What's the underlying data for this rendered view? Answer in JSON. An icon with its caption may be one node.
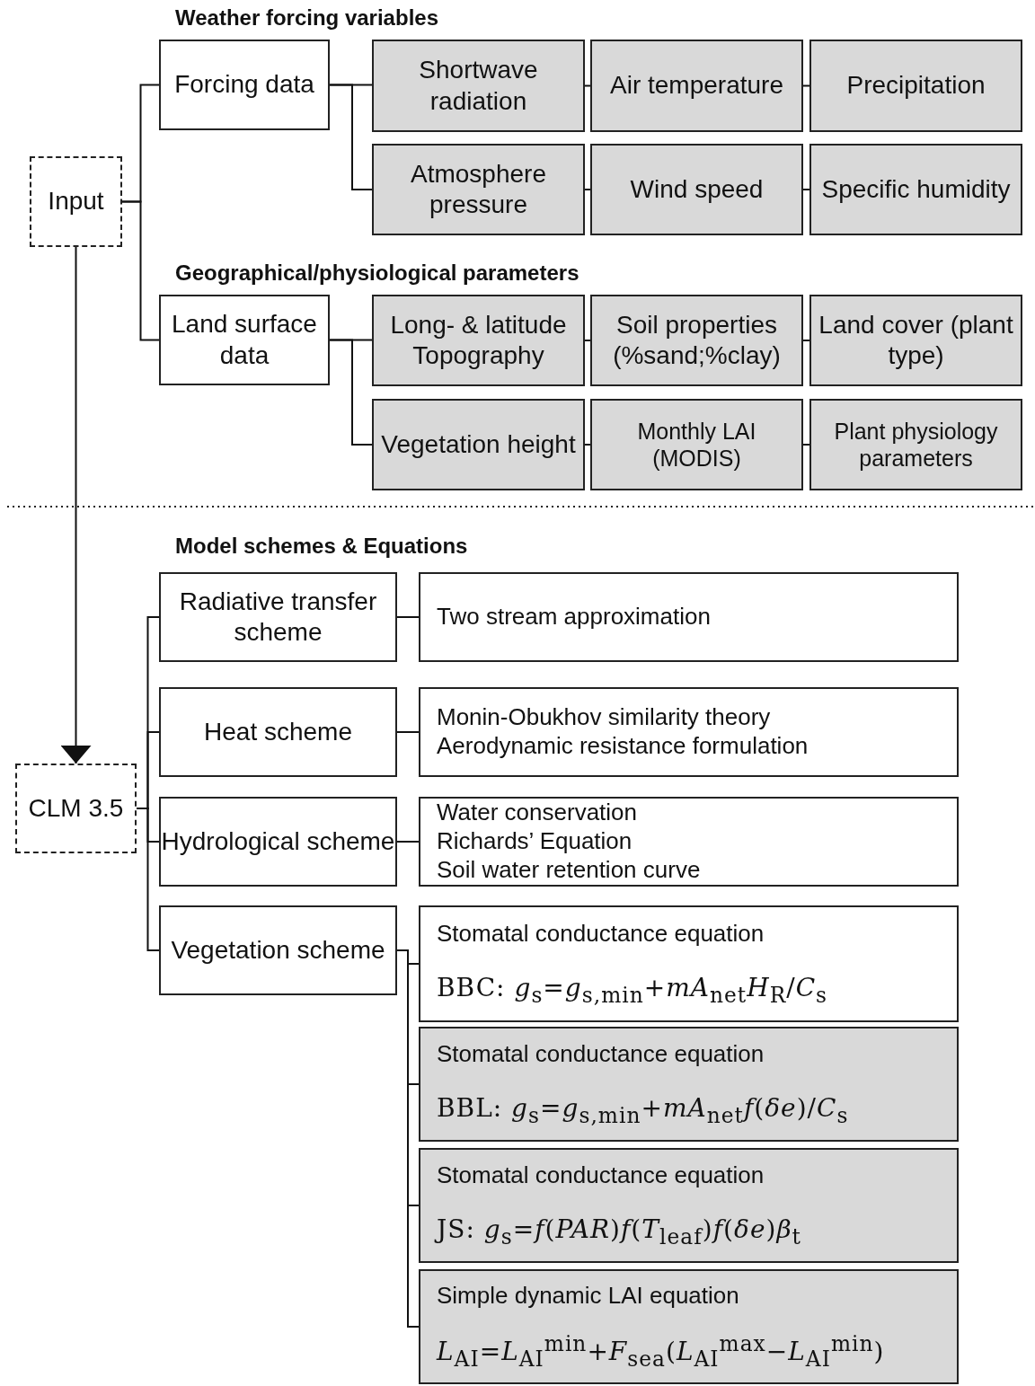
{
  "diagram": {
    "nodes": [
      {
        "text": [
          "Input"
        ]
      },
      {
        "text": [
          "Forcing data"
        ]
      },
      {
        "text": [
          "Shortwave radiation"
        ]
      },
      {
        "text": [
          "Air temperature"
        ]
      },
      {
        "text": [
          "Precipitation"
        ]
      },
      {
        "text": [
          "Atmosphere pressure"
        ]
      },
      {
        "text": [
          "Wind speed"
        ]
      },
      {
        "text": [
          "Specific humidity"
        ]
      },
      {
        "text": [
          "Land surface data"
        ]
      },
      {
        "text": [
          "Long- & latitude Topography"
        ]
      },
      {
        "text": [
          "Soil properties (%sand;%clay)"
        ]
      },
      {
        "text": [
          "Land cover (plant type)"
        ]
      },
      {
        "text": [
          "Vegetation height"
        ]
      },
      {
        "text": [
          "Monthly LAI (MODIS)"
        ]
      },
      {
        "text": [
          "Plant physiology parameters"
        ]
      },
      {
        "text": [
          "CLM 3.5"
        ]
      },
      {
        "text": [
          "Radiative transfer scheme"
        ]
      },
      {
        "text": [
          "Two stream approximation"
        ]
      },
      {
        "text": [
          "Heat scheme"
        ]
      },
      {
        "text": [
          "Monin-Obukhov similarity theory",
          "Aerodynamic resistance formulation"
        ]
      },
      {
        "text": [
          "Hydrological scheme"
        ]
      },
      {
        "text": [
          "Water conservation",
          "Richards’ Equation",
          "Soil water retention curve"
        ]
      },
      {
        "text": [
          "Vegetation scheme"
        ]
      },
      {
        "text": [
          "Stomatal conductance equation",
          "BBC: *g*$_{s}$=*g*$_{s,min}$+*mA*$_{net}$*H*$_{R}$/*C*$_{s}$"
        ]
      },
      {
        "text": [
          "Stomatal conductance equation",
          "BBL: *g*$_{s}$=*g*$_{s,min}$+*mA*$_{net}$*f*(*δe*)/*C*$_{s}$"
        ]
      },
      {
        "text": [
          "Stomatal conductance equation",
          "JS: *g*$_{s}$=*f*(*PAR*)*f*(*T*$_{leaf}$)*f*(*δe*)*β*$_{t}$"
        ]
      },
      {
        "text": [
          "Simple dynamic LAI equation",
          "*L*$_{AI}$=*L*$_{AI}$$^{min}$+*F*$_{sea}$(*L*$_{AI}$$^{max}$−*L*$_{AI}$$^{min}$)"
        ]
      }
    ],
    "edges": [
      {
        "from": 0,
        "to": 1,
        "arrow": "none"
      },
      {
        "from": 0,
        "to": 8,
        "arrow": "none"
      },
      {
        "from": 1,
        "to": 2,
        "arrow": "none"
      },
      {
        "from": 1,
        "to": 5,
        "arrow": "none"
      },
      {
        "from": 2,
        "to": 3,
        "arrow": "none"
      },
      {
        "from": 3,
        "to": 4,
        "arrow": "none"
      },
      {
        "from": 5,
        "to": 6,
        "arrow": "none"
      },
      {
        "from": 6,
        "to": 7,
        "arrow": "none"
      },
      {
        "from": 8,
        "to": 9,
        "arrow": "none"
      },
      {
        "from": 8,
        "to": 12,
        "arrow": "none"
      },
      {
        "from": 9,
        "to": 10,
        "arrow": "none"
      },
      {
        "from": 10,
        "to": 11,
        "arrow": "none"
      },
      {
        "from": 12,
        "to": 13,
        "arrow": "none"
      },
      {
        "from": 13,
        "to": 14,
        "arrow": "none"
      },
      {
        "from": 0,
        "to": 15,
        "arrow": "to"
      },
      {
        "from": 15,
        "to": 16,
        "arrow": "none"
      },
      {
        "from": 15,
        "to": 18,
        "arrow": "none"
      },
      {
        "from": 15,
        "to": 20,
        "arrow": "none"
      },
      {
        "from": 15,
        "to": 22,
        "arrow": "none"
      },
      {
        "from": 16,
        "to": 17,
        "arrow": "none"
      },
      {
        "from": 18,
        "to": 19,
        "arrow": "none"
      },
      {
        "from": 20,
        "to": 21,
        "arrow": "none"
      },
      {
        "from": 22,
        "to": 23,
        "arrow": "none"
      },
      {
        "from": 22,
        "to": 24,
        "arrow": "none"
      },
      {
        "from": 22,
        "to": 25,
        "arrow": "none"
      },
      {
        "from": 22,
        "to": 26,
        "arrow": "none"
      }
    ],
    "labels": [
      "Weather forcing variables",
      "Geographical/physiological parameters",
      "Model schemes & Equations"
    ]
  }
}
